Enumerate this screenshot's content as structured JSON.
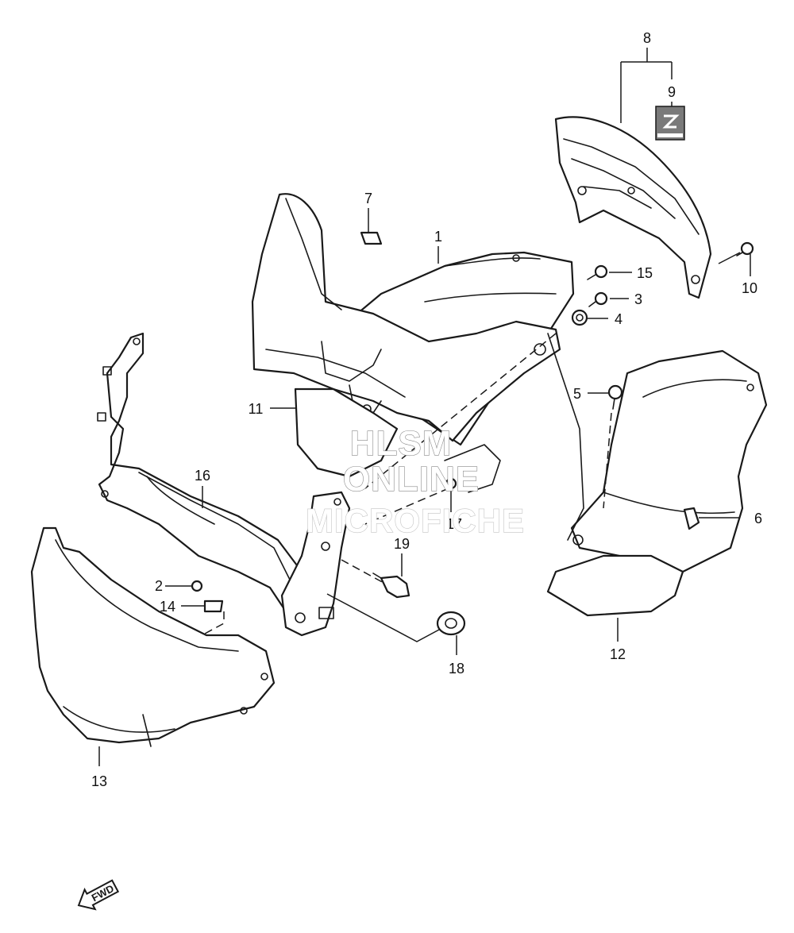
{
  "callouts": {
    "c1": "1",
    "c2": "2",
    "c3": "3",
    "c4": "4",
    "c5": "5",
    "c6": "6",
    "c7": "7",
    "c8": "8",
    "c9": "9",
    "c10": "10",
    "c11": "11",
    "c12": "12",
    "c13": "13",
    "c14": "14",
    "c15": "15",
    "c16": "16",
    "c17": "17",
    "c18": "18",
    "c19": "19"
  },
  "watermark": {
    "line1": "HLSM",
    "line2": "ONLINE",
    "line3": "MICROFICHE"
  },
  "direction_arrow": {
    "label": "FWD"
  },
  "colors": {
    "line": "#1a1a1a",
    "background": "#ffffff",
    "watermark_outline": "#8a8a8a"
  }
}
